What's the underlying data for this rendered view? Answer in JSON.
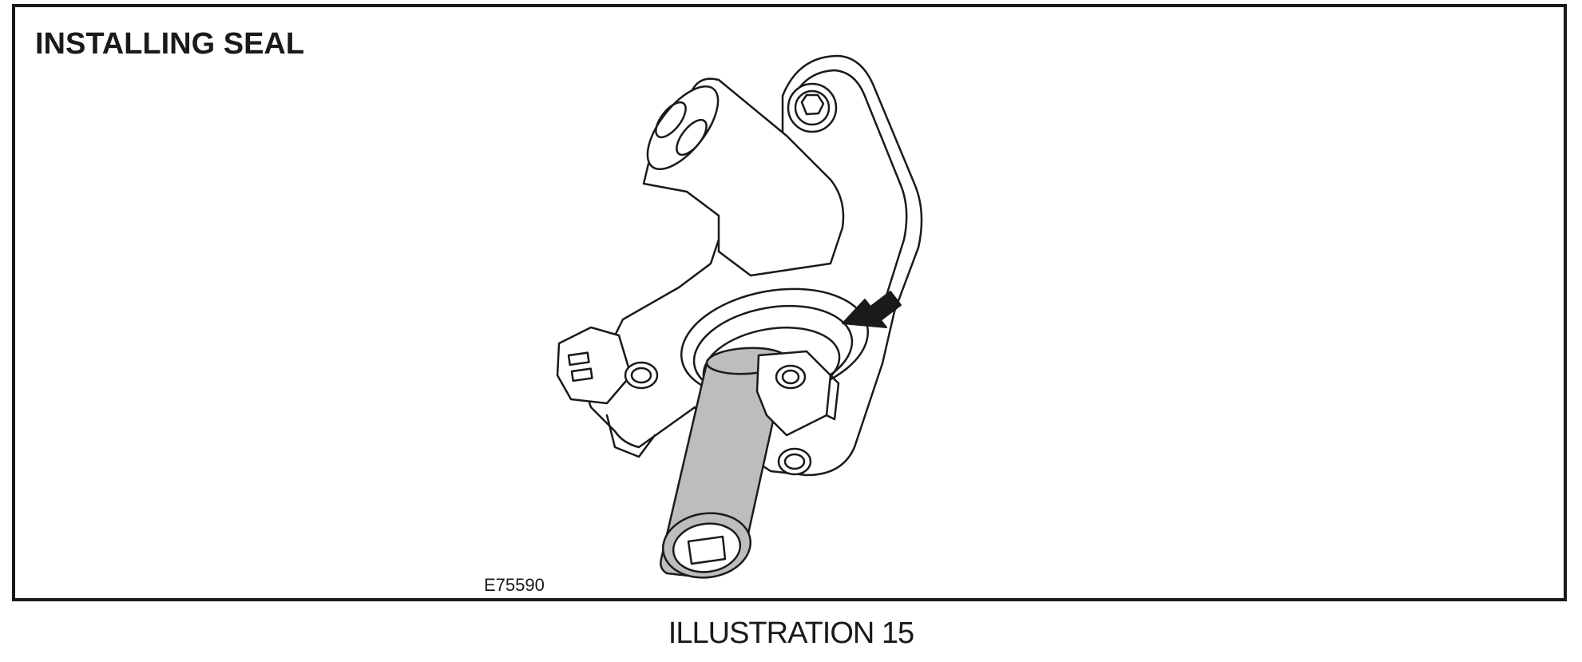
{
  "illustration": {
    "title": "INSTALLING SEAL",
    "figure_code": "E75590",
    "caption": "ILLUSTRATION 15"
  },
  "colors": {
    "line": "#1a1a1a",
    "tool_fill": "#bdbdbd",
    "background": "#ffffff"
  },
  "icons": [
    "arrow-indicator-icon",
    "hex-bolt-icon"
  ]
}
